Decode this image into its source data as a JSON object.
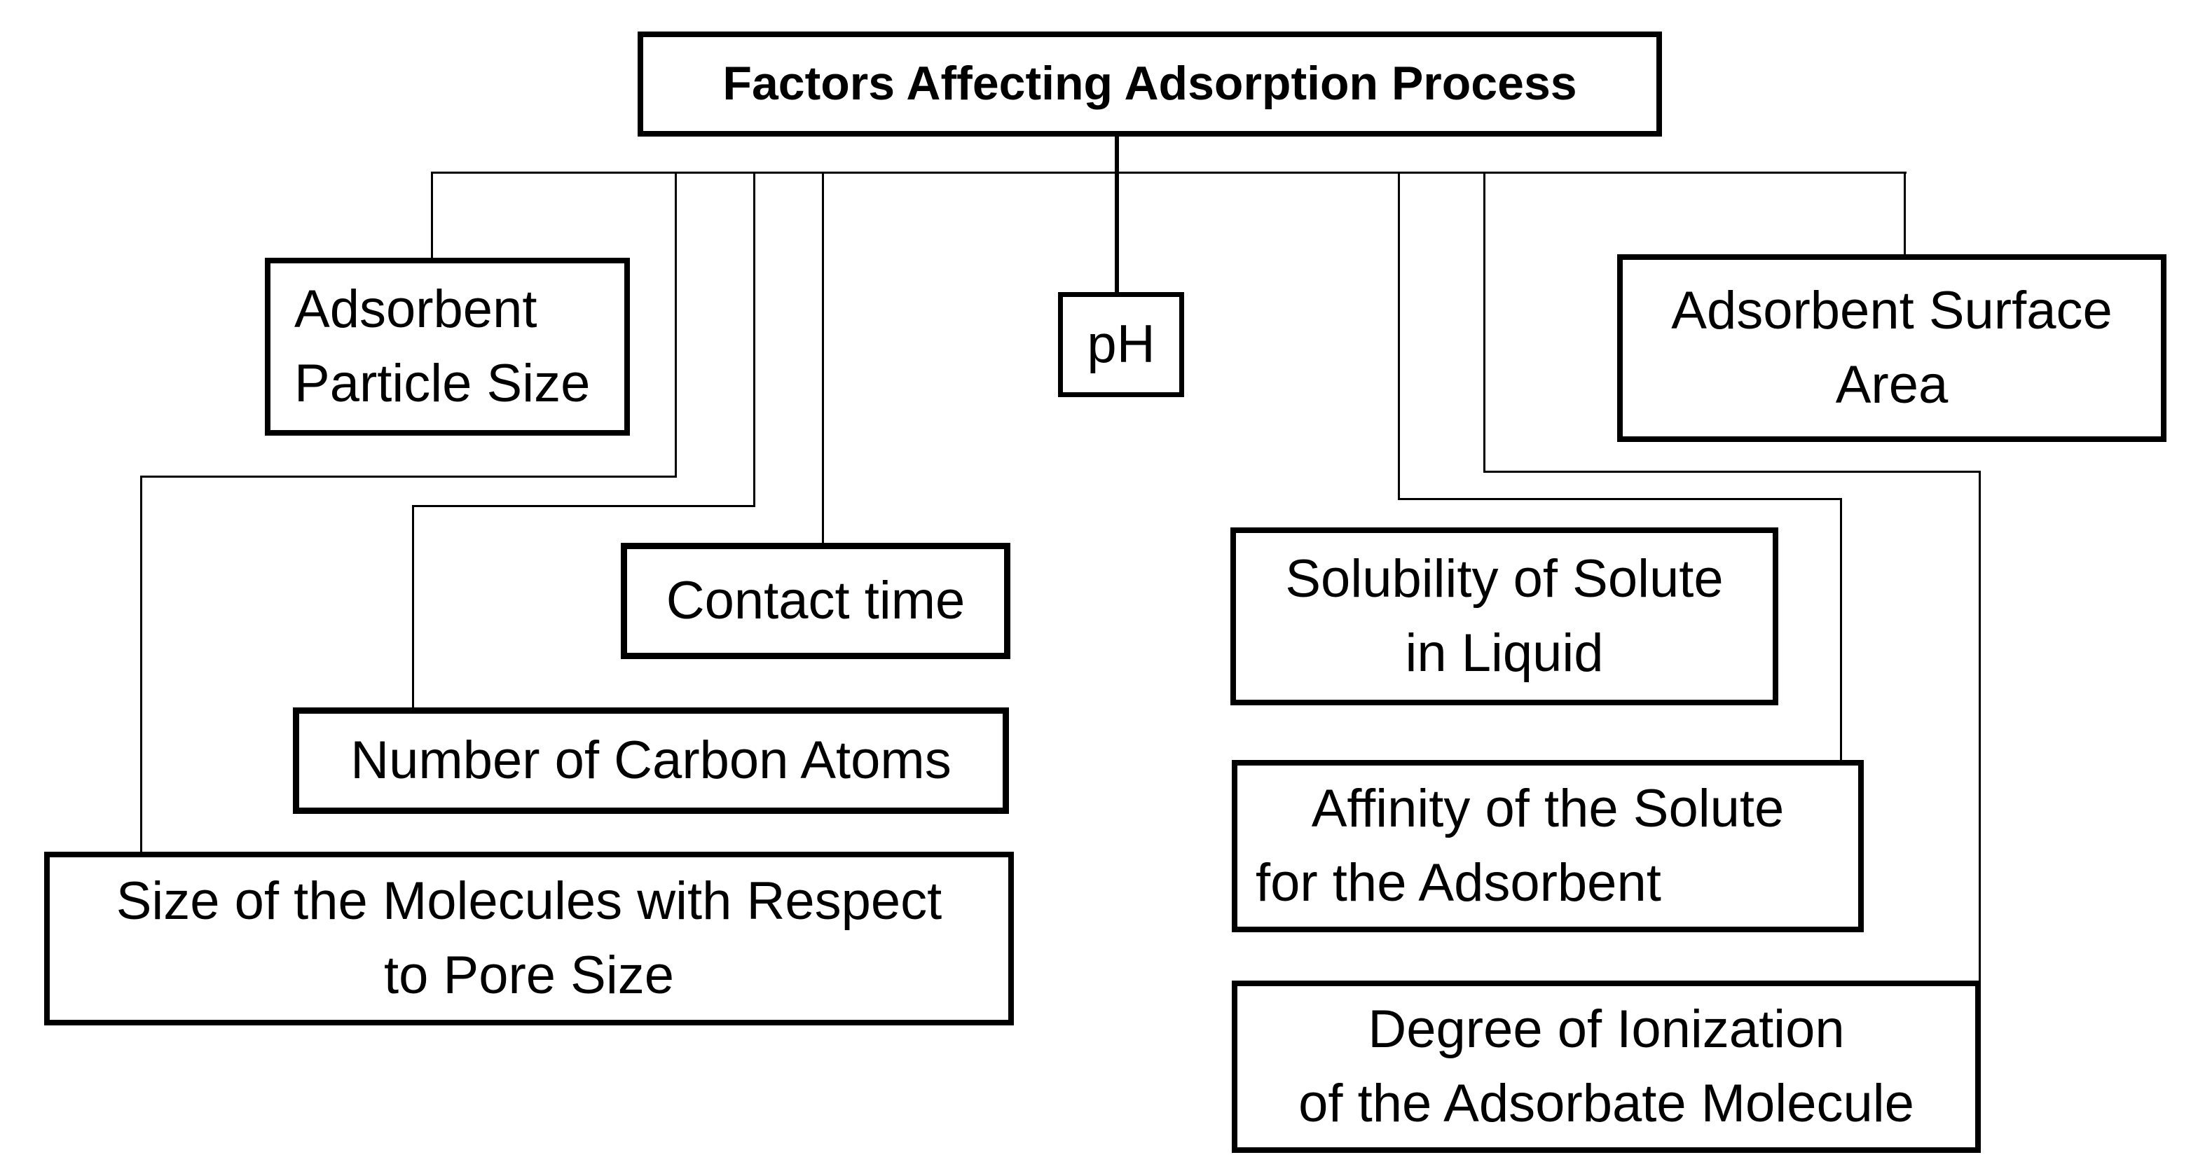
{
  "diagram": {
    "background_color": "#ffffff",
    "line_color": "#000000",
    "title": {
      "label": "Factors Affecting Adsorption Process"
    },
    "nodes": [
      {
        "id": "adsorbent-particle-size",
        "lines": [
          "Adsorbent",
          "Particle Size"
        ]
      },
      {
        "id": "ph",
        "lines": [
          "pH"
        ]
      },
      {
        "id": "adsorbent-surface-area",
        "lines": [
          "Adsorbent Surface",
          "Area"
        ]
      },
      {
        "id": "contact-time",
        "lines": [
          "Contact time"
        ]
      },
      {
        "id": "number-of-carbon-atoms",
        "lines": [
          "Number of Carbon Atoms"
        ]
      },
      {
        "id": "size-of-molecules",
        "lines": [
          "Size of the Molecules with Respect",
          "to Pore Size"
        ]
      },
      {
        "id": "solubility-of-solute",
        "lines": [
          "Solubility of Solute",
          "in Liquid"
        ]
      },
      {
        "id": "affinity-of-solute",
        "lines": [
          "Affinity of the Solute",
          "for the Adsorbent"
        ]
      },
      {
        "id": "degree-of-ionization",
        "lines": [
          "Degree of Ionization",
          "of the Adsorbate Molecule"
        ]
      }
    ]
  }
}
